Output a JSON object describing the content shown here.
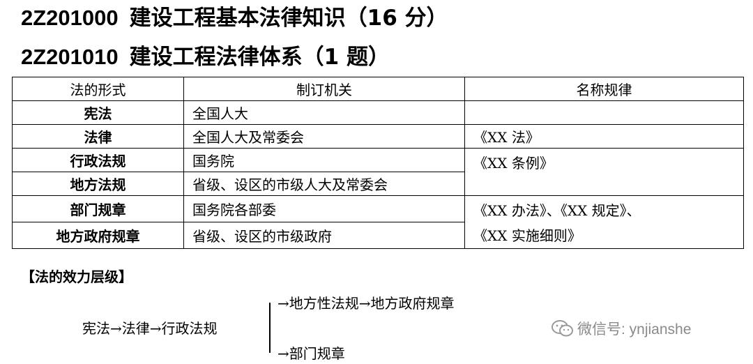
{
  "heading1": {
    "code": "2Z201000",
    "text": "建设工程基本法律知识（16 分）"
  },
  "heading2": {
    "code": "2Z201010",
    "text": "建设工程法律体系（1 题）"
  },
  "table": {
    "headers": [
      "法的形式",
      "制订机关",
      "名称规律"
    ],
    "rows": [
      {
        "form": "宪法",
        "organ": "全国人大"
      },
      {
        "form": "法律",
        "organ": "全国人大及常委会"
      },
      {
        "form": "行政法规",
        "organ": "国务院"
      },
      {
        "form": "地方法规",
        "organ": "省级、设区的市级人大及常委会"
      },
      {
        "form": "部门规章",
        "organ": "国务院各部委"
      },
      {
        "form": "地方政府规章",
        "organ": "省级、设区的市级政府"
      }
    ],
    "naming": {
      "law": "《XX 法》",
      "regulation": "《XX 条例》",
      "rules_line1": "《XX 办法》、《XX 规定》、",
      "rules_line2": "《XX 实施细则》"
    }
  },
  "hierarchy": {
    "label": "【法的效力层级】",
    "main": "宪法→法律→行政法规",
    "branch_top": "→地方性法规→地方政府规章",
    "branch_bottom": "→部门规章"
  },
  "watermark": {
    "icon": "wechat-icon",
    "text": "微信号: ynjianshe"
  }
}
